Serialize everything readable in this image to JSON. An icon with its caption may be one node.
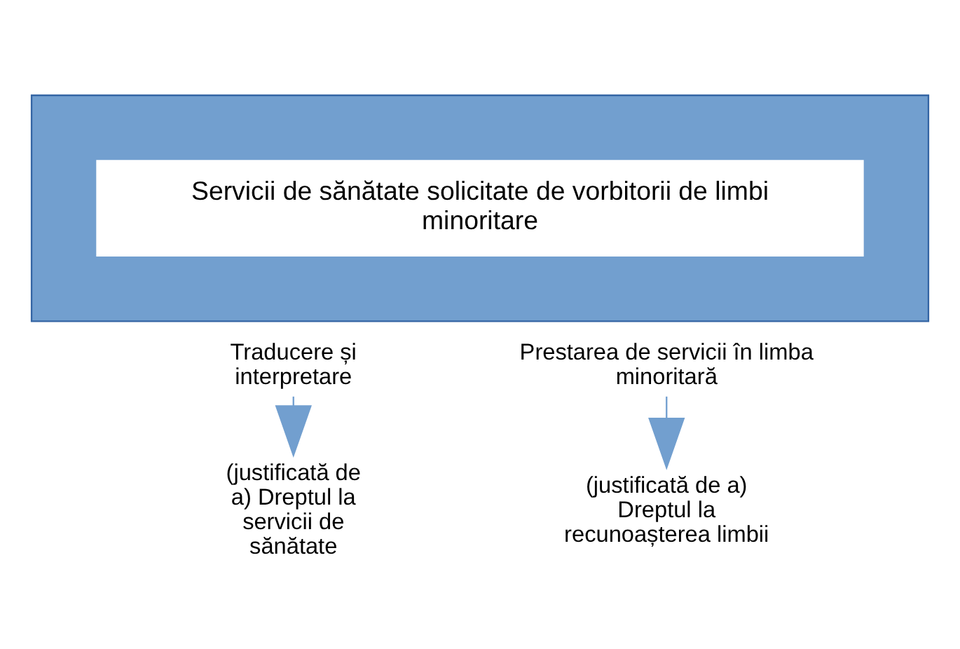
{
  "diagram": {
    "nodes": [
      {
        "text": [],
        "shape": "box"
      },
      {
        "text": [
          "Servicii de sănătate solicitate de vorbitorii de limbi minoritare"
        ],
        "in": 0
      },
      {
        "text": [
          "Traducere și interpretare"
        ]
      },
      {
        "text": [
          "(justificată de a) Dreptul la servicii de sănătate"
        ]
      },
      {
        "text": [
          "Prestarea de servicii în limba minoritară"
        ]
      },
      {
        "text": [
          "(justificată de a) Dreptul la recunoașterea limbii"
        ]
      }
    ],
    "edges": [
      {
        "from": 2,
        "to": 3,
        "arrow": "to"
      },
      {
        "from": 4,
        "to": 5,
        "arrow": "to"
      }
    ]
  }
}
